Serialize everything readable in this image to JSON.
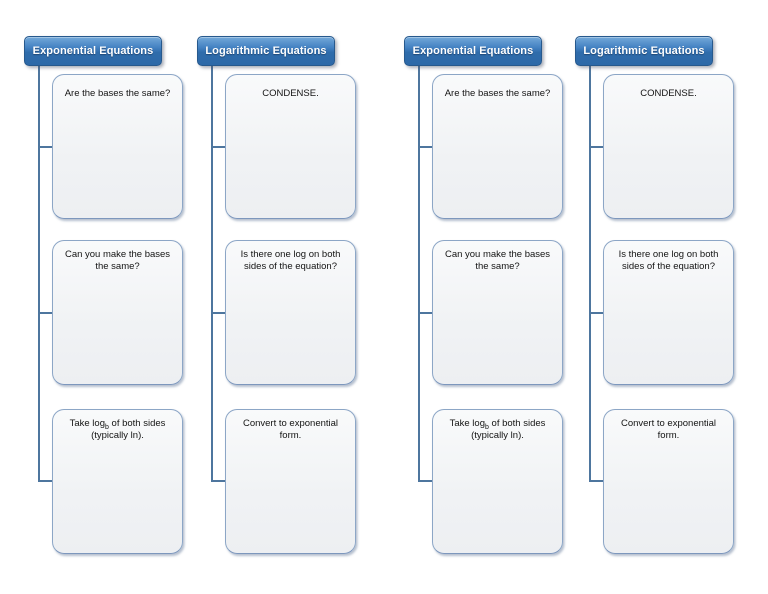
{
  "diagram": {
    "columns": [
      {
        "id": "exponential-1",
        "header": "Exponential Equations",
        "boxes": [
          {
            "text": "Are the bases the same?"
          },
          {
            "text": "Can you make the bases the same?"
          },
          {
            "pre": "Take log",
            "sub": "b",
            "post": " of both sides (typically ln)."
          }
        ]
      },
      {
        "id": "logarithmic-1",
        "header": "Logarithmic Equations",
        "boxes": [
          {
            "text": "CONDENSE."
          },
          {
            "text": "Is there one log on both sides of the equation?"
          },
          {
            "text": "Convert to exponential form."
          }
        ]
      },
      {
        "id": "exponential-2",
        "header": "Exponential Equations",
        "boxes": [
          {
            "text": "Are the bases the same?"
          },
          {
            "text": "Can you make the bases the same?"
          },
          {
            "pre": "Take log",
            "sub": "b",
            "post": " of both sides (typically ln)."
          }
        ]
      },
      {
        "id": "logarithmic-2",
        "header": "Logarithmic Equations",
        "boxes": [
          {
            "text": "CONDENSE."
          },
          {
            "text": "Is there one log on both sides of the equation?"
          },
          {
            "text": "Convert to exponential form."
          }
        ]
      }
    ]
  },
  "colors": {
    "page_background": "#ffffff",
    "header_gradient_top": "#74a9d9",
    "header_gradient_bottom": "#2d69a8",
    "header_border": "#27598d",
    "header_text": "#ffffff",
    "connector_line": "#4e769e",
    "box_border": "#8ca6c6",
    "box_fill": "#f0f2f4",
    "body_text": "#141414"
  }
}
